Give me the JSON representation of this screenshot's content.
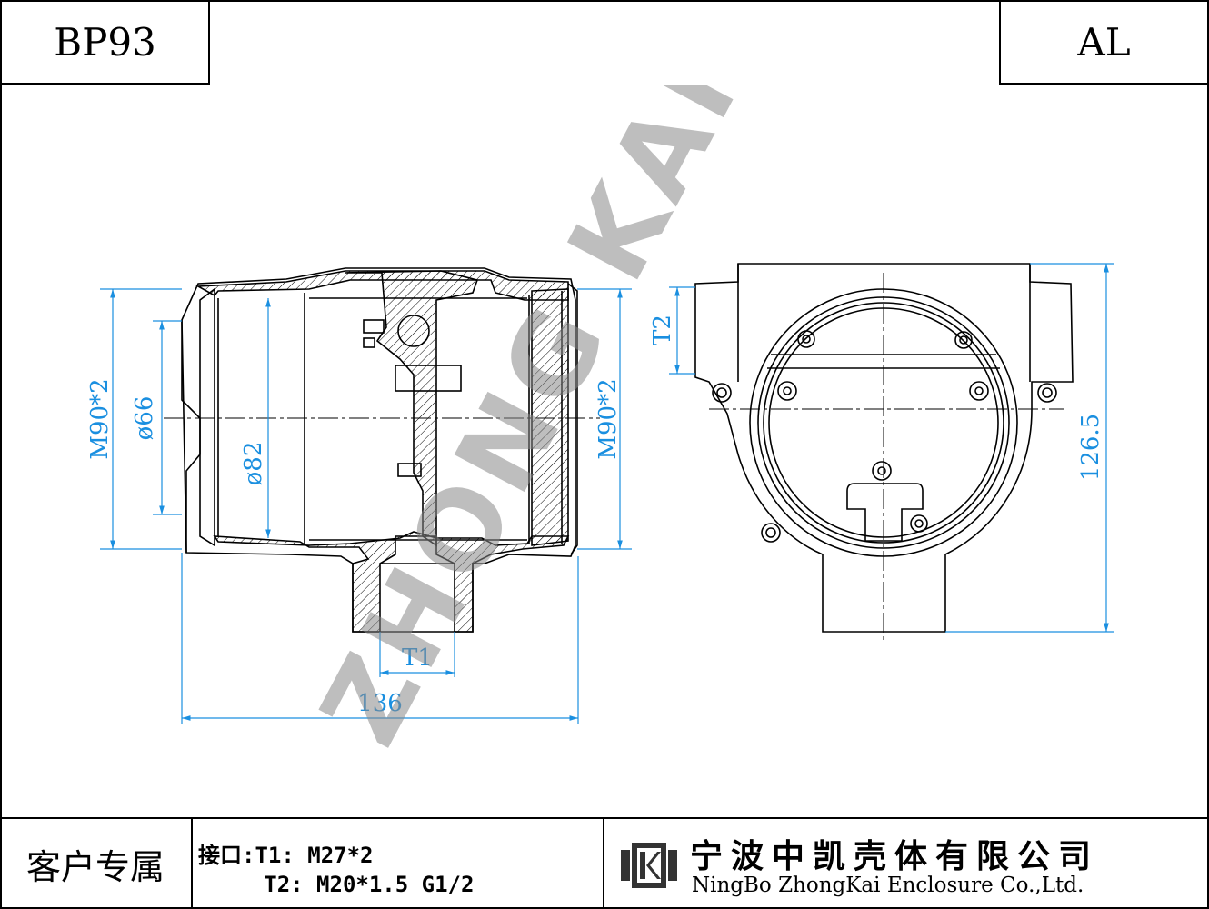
{
  "header": {
    "model": "BP93",
    "material": "AL"
  },
  "drawing": {
    "watermark": "ZHONG KAI",
    "dimensions": {
      "thread_main_left": "M90*2",
      "dia_66": "ø66",
      "dia_82": "ø82",
      "thread_main_right": "M90*2",
      "port_t1": "T1",
      "length_136": "136",
      "port_t2": "T2",
      "height_126": "126.5"
    },
    "colors": {
      "dimension": "#1a8fe0",
      "line": "#000000",
      "watermark": "#888888"
    }
  },
  "footer": {
    "customer_label": "客户专属",
    "port_line1": "接口:T1: M27*2",
    "port_line2": "     T2: M20*1.5 G1/2",
    "company_cn": "宁波中凯壳体有限公司",
    "company_en": "NingBo ZhongKai Enclosure Co.,Ltd.",
    "logo_icon": "zhongkai-logo-icon"
  }
}
